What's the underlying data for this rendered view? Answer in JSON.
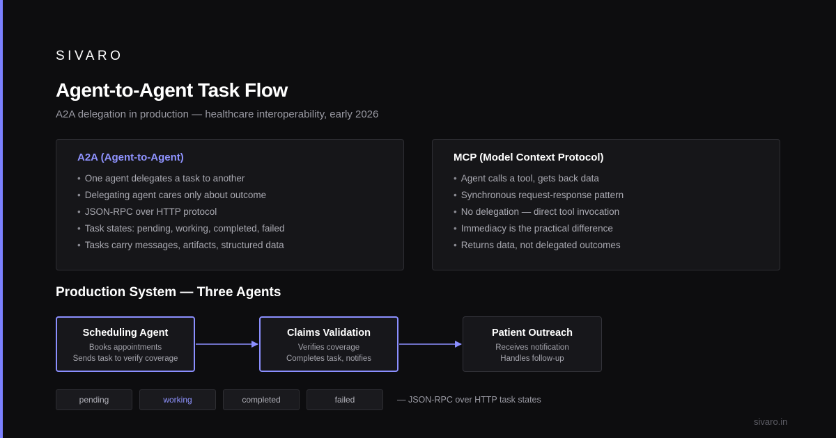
{
  "brand": "SIVARO",
  "title": "Agent-to-Agent Task Flow",
  "subtitle": "A2A delegation in production — healthcare interoperability, early 2026",
  "colors": {
    "accent": "#7b80ff",
    "accent_text": "#8f93ff",
    "background": "#0d0d0f"
  },
  "a2a_panel": {
    "heading": "A2A (Agent-to-Agent)",
    "bullet_glyph": "•",
    "items": [
      "One agent delegates a task to another",
      "Delegating agent cares only about outcome",
      "JSON-RPC over HTTP protocol",
      "Task states: pending, working, completed, failed",
      "Tasks carry messages, artifacts, structured data"
    ]
  },
  "mcp_panel": {
    "heading": "MCP (Model Context Protocol)",
    "bullet_glyph": "•",
    "items": [
      "Agent calls a tool, gets back data",
      "Synchronous request-response pattern",
      "No delegation — direct tool invocation",
      "Immediacy is the practical difference",
      "Returns data, not delegated outcomes"
    ]
  },
  "production": {
    "heading": "Production System — Three Agents",
    "agents": [
      {
        "name": "Scheduling Agent",
        "line1": "Books appointments",
        "line2": "Sends task to verify coverage"
      },
      {
        "name": "Claims Validation",
        "line1": "Verifies coverage",
        "line2": "Completes task, notifies"
      },
      {
        "name": "Patient Outreach",
        "line1": "Receives notification",
        "line2": "Handles follow-up"
      }
    ]
  },
  "task_states": {
    "items": [
      "pending",
      "working",
      "completed",
      "failed"
    ],
    "active": "working",
    "note": "— JSON-RPC over HTTP task states"
  },
  "footer": "sivaro.in"
}
